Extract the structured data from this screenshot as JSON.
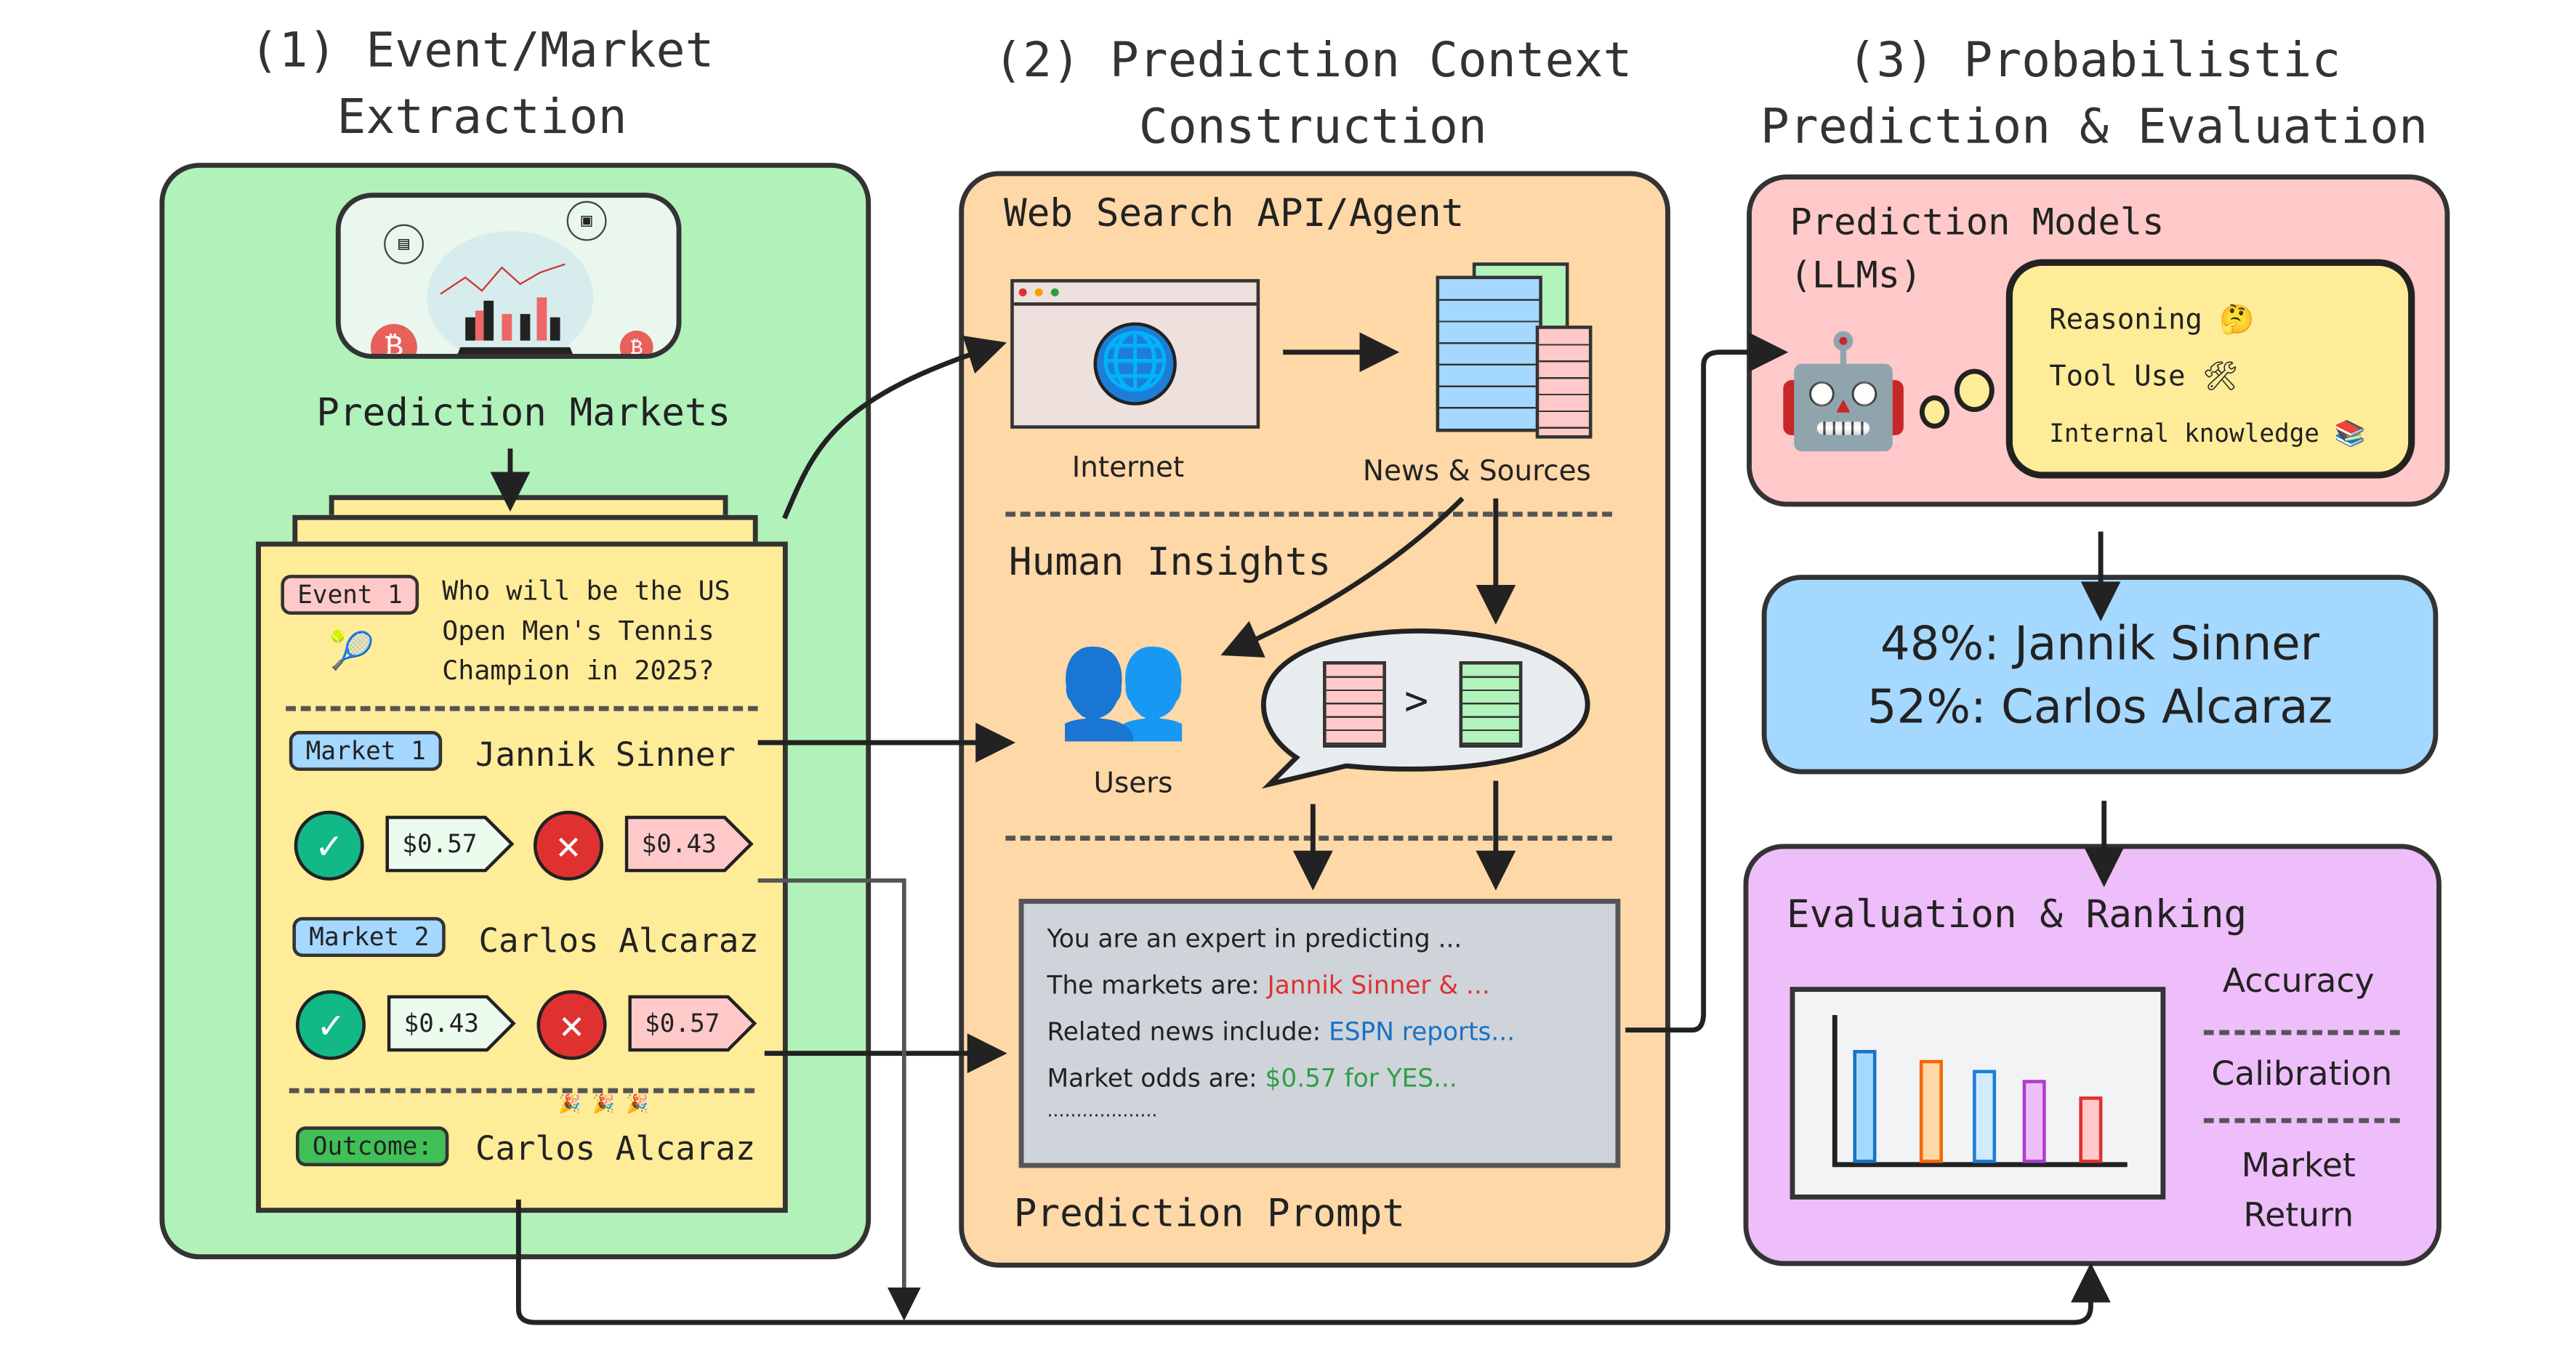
{
  "titles": {
    "step1": "(1) Event/Market\nExtraction",
    "step1_line1": "(1) Event/Market",
    "step1_line2": "Extraction",
    "step2_line1": "(2) Prediction Context",
    "step2_line2": "Construction",
    "step3_line1": "(3) Probabilistic",
    "step3_line2": "Prediction & Evaluation"
  },
  "extraction": {
    "markets_label": "Prediction Markets",
    "event_tag": "Event 1",
    "event_question": [
      "Who will be the US",
      "Open Men's Tennis",
      "Champion in 2025?"
    ],
    "markets": [
      {
        "tag": "Market 1",
        "name": "Jannik Sinner",
        "yes_price": "$0.57",
        "no_price": "$0.43"
      },
      {
        "tag": "Market 2",
        "name": "Carlos Alcaraz",
        "yes_price": "$0.43",
        "no_price": "$0.57"
      }
    ],
    "outcome_tag": "Outcome:",
    "outcome_value": "Carlos Alcaraz",
    "celebration": "🎉 🎉 🎉",
    "tennis_icon": "🎾"
  },
  "context": {
    "web_search_label": "Web Search API/Agent",
    "internet_label": "Internet",
    "news_label": "News & Sources",
    "human_insights_label": "Human Insights",
    "users_label": "Users",
    "compare_symbol": ">",
    "prompt_label": "Prediction Prompt",
    "prompt": {
      "line1": "You are an expert in predicting ...",
      "line2_prefix": "The markets are:",
      "line2_highlight": "Jannik Sinner & ...",
      "line3_prefix": "Related news include:",
      "line3_highlight": "ESPN reports...",
      "line4_prefix": "Market odds are:",
      "line4_highlight": "$0.57 for YES...",
      "line5": "..................."
    }
  },
  "prediction": {
    "models_title_line1": "Prediction Models",
    "models_title_line2": "(LLMs)",
    "robot_icon": "🤖",
    "capabilities": [
      {
        "label": "Reasoning",
        "icon": "🤔"
      },
      {
        "label": "Tool Use",
        "icon": "🛠"
      },
      {
        "label": "Internal knowledge",
        "icon": "📚"
      }
    ],
    "results": [
      "48%: Jannik Sinner",
      "52%: Carlos Alcaraz"
    ],
    "evaluation_title": "Evaluation & Ranking",
    "metrics": [
      "Accuracy",
      "Calibration",
      "Market\nReturn"
    ],
    "metric_market": "Market",
    "metric_return": "Return"
  },
  "colors": {
    "panel1": "#b1f2ba",
    "panel2": "#ffd8a8",
    "panel3_models": "#ffc9c9",
    "results": "#a5d8ff",
    "evaluation": "#eebefa",
    "card": "#ffec99",
    "yes": "#12b886",
    "no": "#e03131",
    "highlight_red": "#e03131",
    "highlight_blue": "#1971c2",
    "highlight_green": "#2f9e44"
  }
}
